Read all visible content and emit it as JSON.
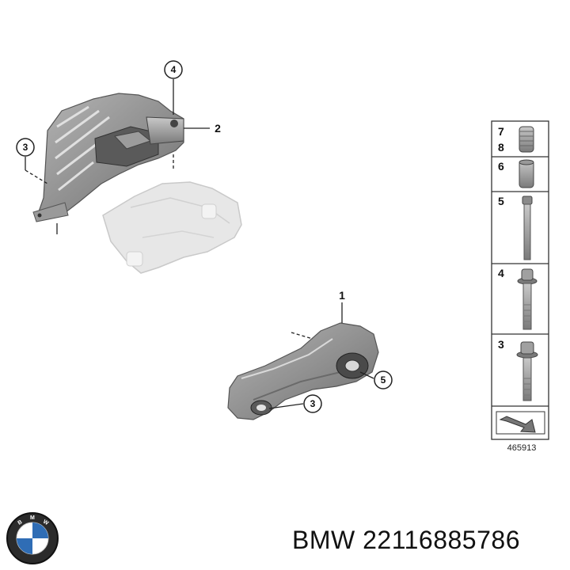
{
  "diagram": {
    "callouts": {
      "part4_top": "4",
      "part2": "2",
      "part3_left": "3",
      "part1": "1",
      "part5": "5",
      "part3_bottom": "3"
    },
    "legend": {
      "rows": [
        {
          "numbers": [
            "7",
            "8"
          ],
          "part": "sleeve-nut"
        },
        {
          "numbers": [
            "6"
          ],
          "part": "sleeve-nut"
        },
        {
          "numbers": [
            "5"
          ],
          "part": "long-bolt"
        },
        {
          "numbers": [
            "4"
          ],
          "part": "flange-bolt"
        },
        {
          "numbers": [
            "3"
          ],
          "part": "hex-bolt"
        }
      ],
      "reference_number": "465913"
    }
  },
  "caption": {
    "text": "BMW 22116885786"
  },
  "colors": {
    "part_gray": "#8c8c8c",
    "ghost_gray": "#e6e6e6",
    "line": "#222222"
  }
}
